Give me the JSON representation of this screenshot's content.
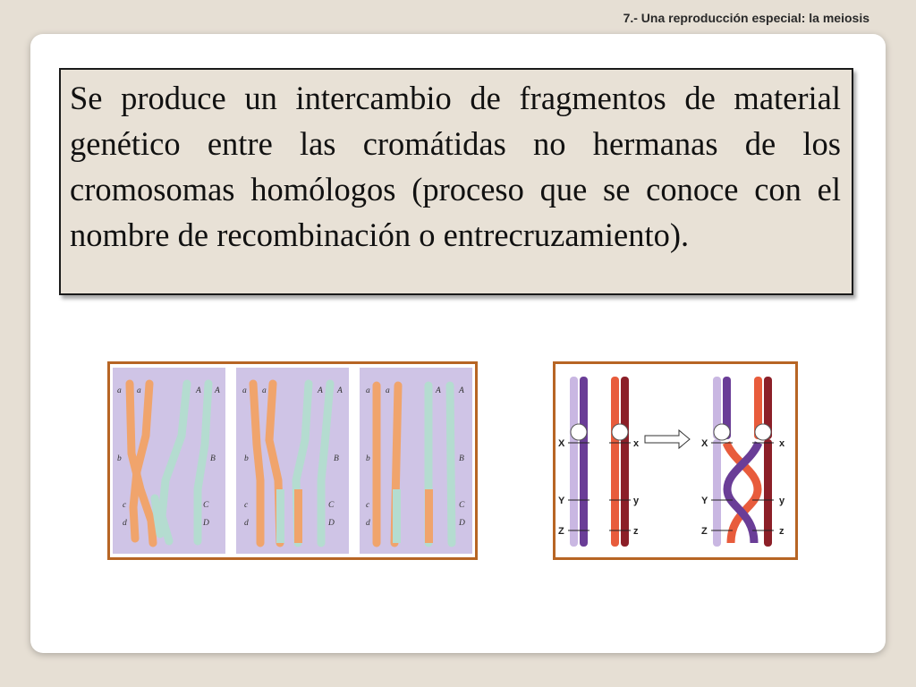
{
  "header": {
    "title": "7.- Una reproducción especial: la meiosis"
  },
  "body": {
    "paragraph": "Se produce un intercambio de fragmentos de material genético entre las cromátidas no hermanas de los cromosomas homólogos (proceso que se conoce con el nombre de recombinación o entrecruzamiento)."
  },
  "figure_left": {
    "alleles_lower": [
      "a",
      "b",
      "c",
      "d"
    ],
    "alleles_upper": [
      "A",
      "B",
      "C",
      "D"
    ],
    "colors": {
      "orange": "#f0a46c",
      "green": "#b4dcd0",
      "panel_bg": "#cfc4e6",
      "frame": "#b76524"
    }
  },
  "figure_right": {
    "labels_left": [
      "X",
      "Y",
      "Z"
    ],
    "labels_right": [
      "x",
      "y",
      "z"
    ],
    "colors": {
      "light_purple": "#c9b7e2",
      "purple": "#6a3d97",
      "red_orange": "#e85c3c",
      "dark_red": "#8c1f28"
    }
  }
}
